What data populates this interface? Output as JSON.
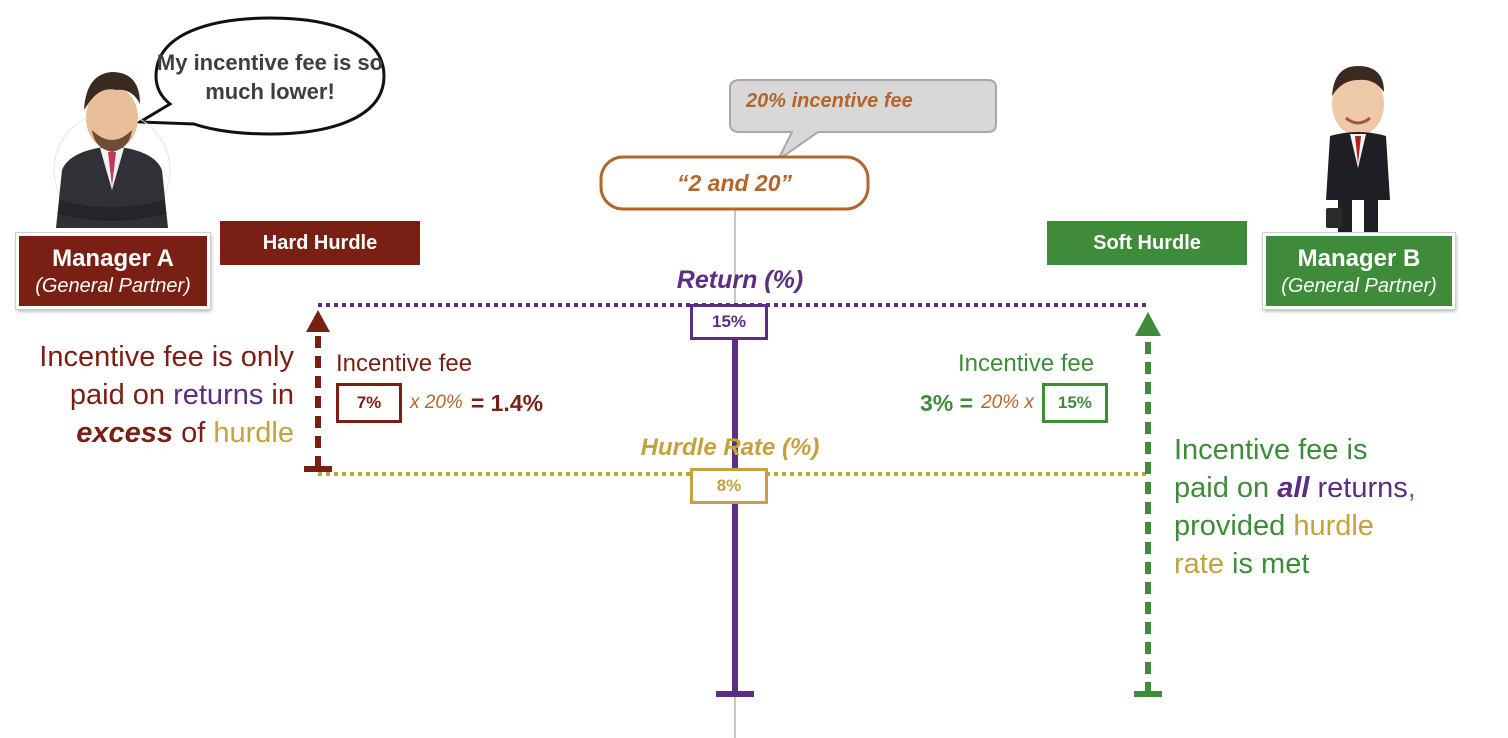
{
  "speech_bubble": "My incentive fee is so much lower!",
  "fee_callout": "20% incentive fee",
  "fee_structure": "“2 and 20”",
  "manager_a": {
    "name": "Manager A",
    "role": "(General Partner)"
  },
  "manager_b": {
    "name": "Manager B",
    "role": "(General Partner)"
  },
  "hard_hurdle": "Hard Hurdle",
  "soft_hurdle": "Soft Hurdle",
  "return_title": "Return (%)",
  "return_value": "15%",
  "hurdle_title": "Hurdle Rate (%)",
  "hurdle_value": "8%",
  "left_note": {
    "line1": "Incentive fee is only",
    "line2a": "paid on ",
    "line2b": "returns",
    "line2c": " in",
    "line3a": "excess",
    "line3b": " of ",
    "line3c": "hurdle"
  },
  "right_note": {
    "line1": "Incentive fee is",
    "line2a": "paid on ",
    "line2b": "all",
    "line2c": " returns",
    "line2d": ",",
    "line3a": "provided ",
    "line3b": "hurdle",
    "line4a": "rate",
    "line4b": " is met"
  },
  "calc_a": {
    "label": "Incentive fee",
    "excess": "7%",
    "rate": "x 20%",
    "result": "= 1.4%"
  },
  "calc_b": {
    "label": "Incentive fee",
    "result": "3% =",
    "rate": "20% x",
    "base": "15%"
  },
  "colors": {
    "manager_a": "#7a1f14",
    "manager_b": "#3e8c3a",
    "return": "#5c2d80",
    "hurdle": "#c4a23c",
    "fee": "#b5652a"
  }
}
